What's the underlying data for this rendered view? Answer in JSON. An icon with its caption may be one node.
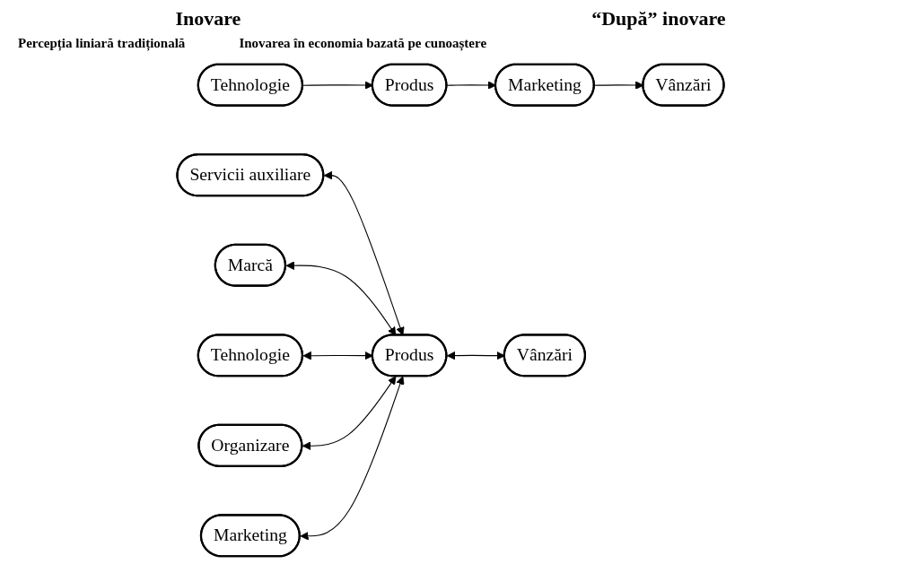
{
  "diagram": {
    "nodes": [
      {
        "text": [
          "Tehnologie"
        ]
      },
      {
        "text": [
          "Produs"
        ]
      },
      {
        "text": [
          "Marketing"
        ]
      },
      {
        "text": [
          "Vânzări"
        ]
      },
      {
        "text": [
          "Servicii auxiliare"
        ]
      },
      {
        "text": [
          "Marcă"
        ]
      },
      {
        "text": [
          "Tehnologie"
        ]
      },
      {
        "text": [
          "Produs"
        ]
      },
      {
        "text": [
          "Vânzări"
        ]
      },
      {
        "text": [
          "Organizare"
        ]
      },
      {
        "text": [
          "Marketing"
        ]
      }
    ],
    "edges": [
      {
        "from": 0,
        "to": 1,
        "arrow": "to"
      },
      {
        "from": 1,
        "to": 2,
        "arrow": "to"
      },
      {
        "from": 2,
        "to": 3,
        "arrow": "to"
      },
      {
        "from": 4,
        "to": 7,
        "arrow": "both"
      },
      {
        "from": 5,
        "to": 7,
        "arrow": "both"
      },
      {
        "from": 6,
        "to": 7,
        "arrow": "both"
      },
      {
        "from": 7,
        "to": 8,
        "arrow": "both"
      },
      {
        "from": 9,
        "to": 7,
        "arrow": "both"
      },
      {
        "from": 10,
        "to": 7,
        "arrow": "both"
      }
    ],
    "labels": [
      "Inovare",
      "“După” inovare",
      "Percepția liniară tradițională",
      "Inovarea în economia bazată pe cunoaștere"
    ]
  }
}
